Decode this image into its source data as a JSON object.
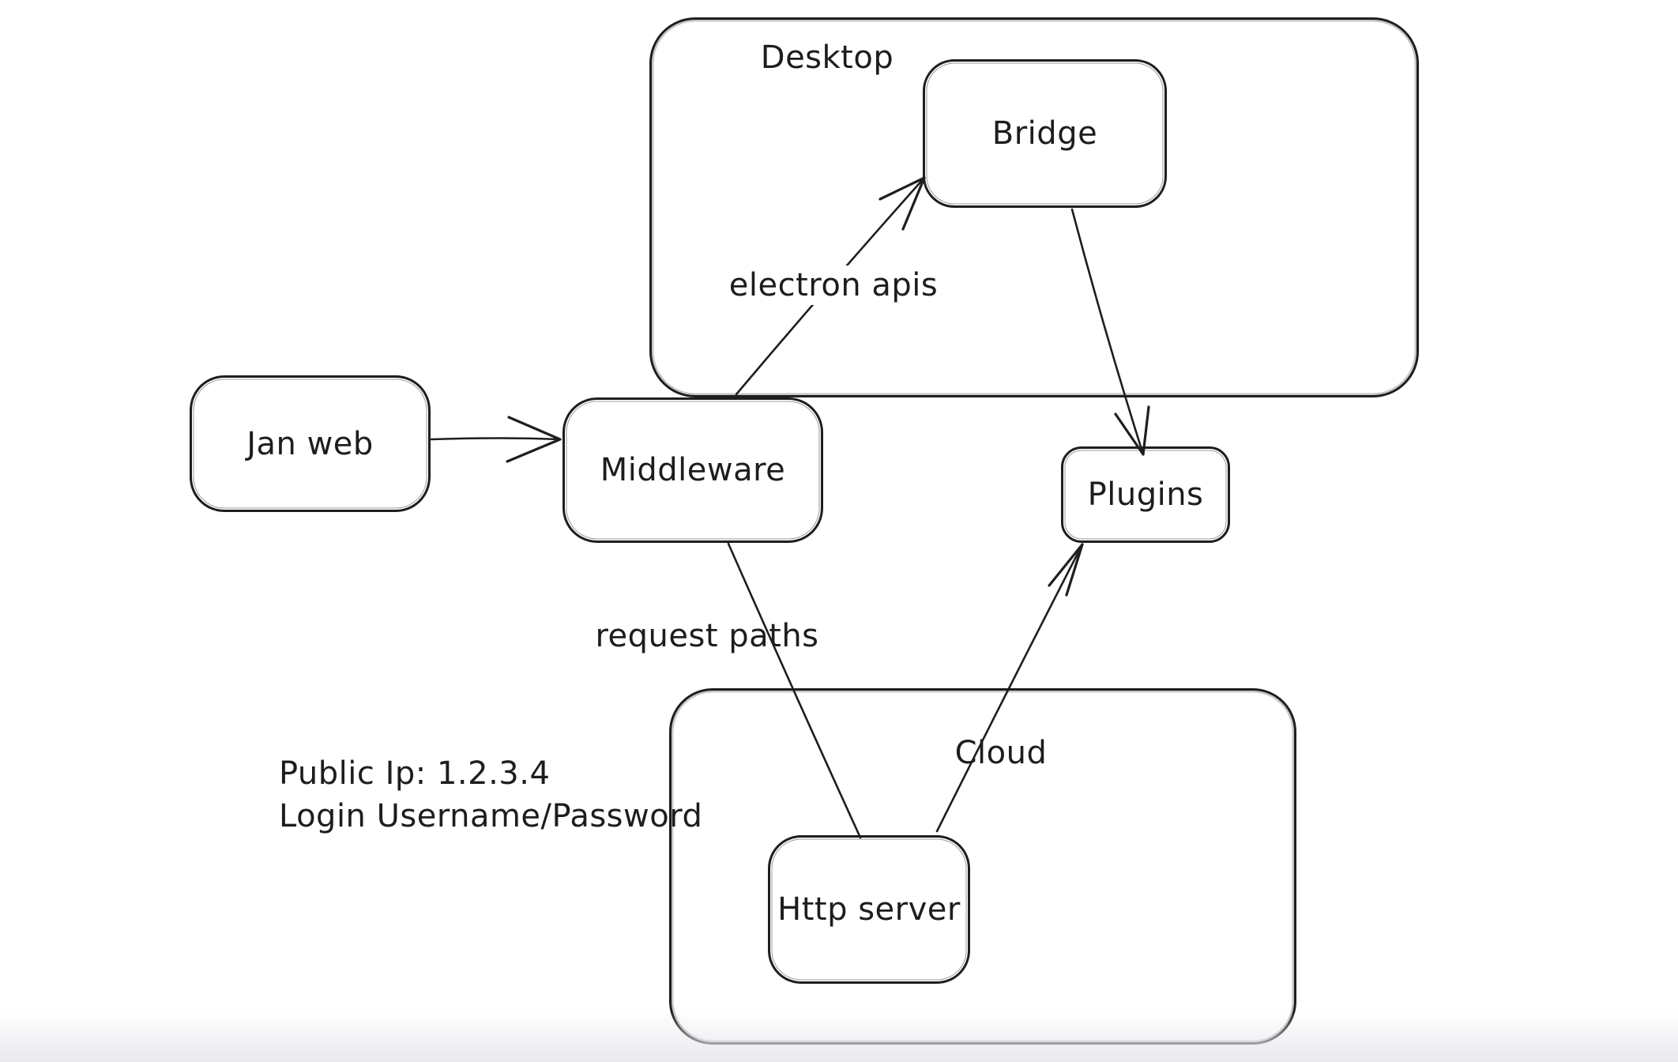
{
  "canvas": {
    "background": "#ffffff",
    "stroke_color": "#1e1e1e",
    "text_color": "#1d1d1d",
    "bottom_fade_color": "#e9eaee"
  },
  "containers": [
    {
      "id": "desktop",
      "label": "Desktop",
      "contains": [
        "Bridge"
      ]
    },
    {
      "id": "cloud",
      "label": "Cloud",
      "contains": [
        "Http server"
      ]
    }
  ],
  "nodes": [
    {
      "id": "jan-web",
      "label": "Jan web"
    },
    {
      "id": "middleware",
      "label": "Middleware"
    },
    {
      "id": "bridge",
      "label": "Bridge"
    },
    {
      "id": "plugins",
      "label": "Plugins"
    },
    {
      "id": "http-server",
      "label": "Http server"
    }
  ],
  "edges": [
    {
      "id": "jan-web-to-middleware",
      "from": "Jan web",
      "to": "Middleware",
      "label": "",
      "arrowhead": true
    },
    {
      "id": "middleware-to-bridge",
      "from": "Middleware",
      "to": "Bridge",
      "label": "electron apis",
      "arrowhead": true
    },
    {
      "id": "bridge-to-plugins",
      "from": "Bridge",
      "to": "Plugins",
      "label": "",
      "arrowhead": true
    },
    {
      "id": "middleware-to-http-server",
      "from": "Middleware",
      "to": "Http server",
      "label": "request paths",
      "arrowhead": false
    },
    {
      "id": "http-server-to-plugins",
      "from": "Http server",
      "to": "Plugins",
      "label": "",
      "arrowhead": true
    }
  ],
  "annotation": {
    "line1": "Public Ip: 1.2.3.4",
    "line2": "Login Username/Password"
  }
}
